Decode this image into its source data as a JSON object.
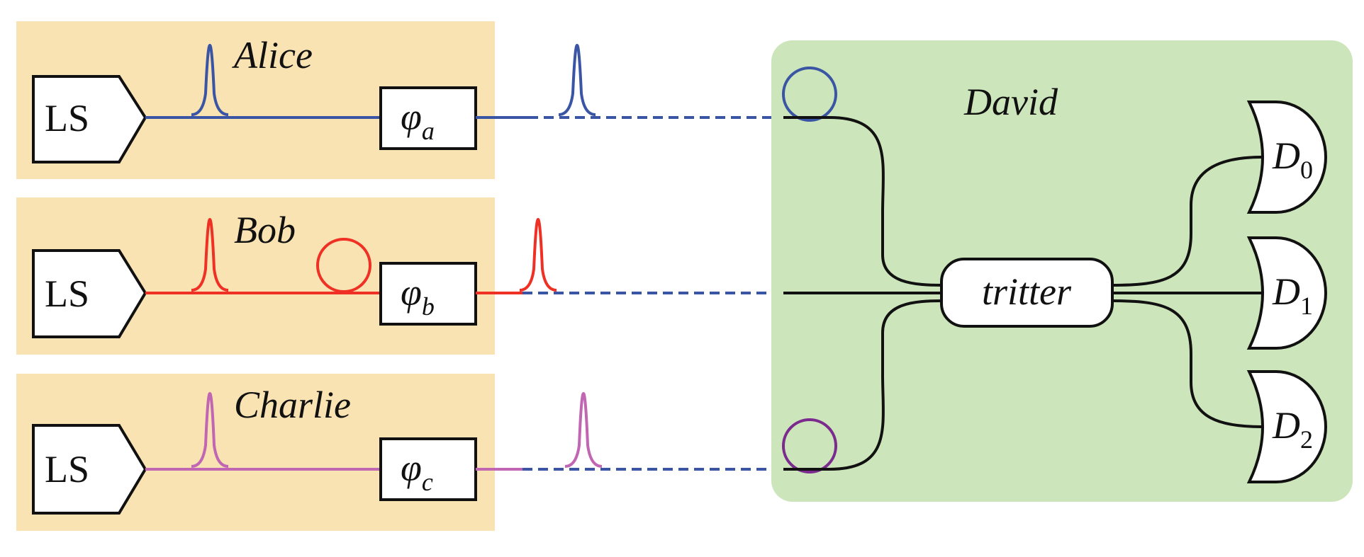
{
  "parties": {
    "alice": {
      "name": "Alice",
      "source": "LS",
      "phase_symbol": "φ",
      "phase_sub": "a",
      "color": "#3a55a4"
    },
    "bob": {
      "name": "Bob",
      "source": "LS",
      "phase_symbol": "φ",
      "phase_sub": "b",
      "color": "#ee3124"
    },
    "charlie": {
      "name": "Charlie",
      "source": "LS",
      "phase_symbol": "φ",
      "phase_sub": "c",
      "color": "#c066b2"
    }
  },
  "david": {
    "name": "David",
    "tritter": "tritter",
    "detectors": [
      {
        "symbol": "D",
        "sub": "0"
      },
      {
        "symbol": "D",
        "sub": "1"
      },
      {
        "symbol": "D",
        "sub": "2"
      }
    ],
    "input_loop_colors": [
      "#3a55a4",
      "#7b2a8e"
    ]
  },
  "colors": {
    "party_bg": "#fae3b3",
    "david_bg": "#cce5bb",
    "channel": "#3a55a4",
    "fiber": "#111111"
  }
}
